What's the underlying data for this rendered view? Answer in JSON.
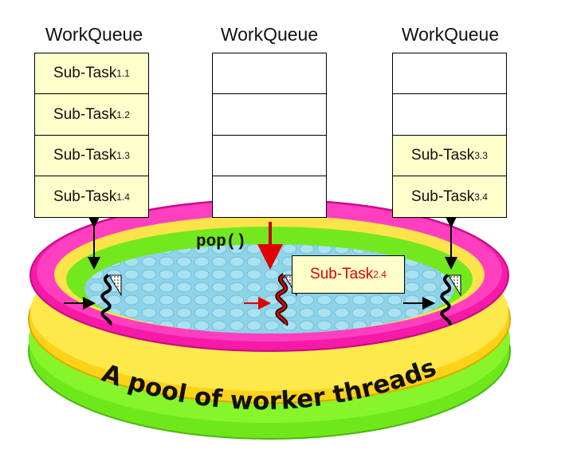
{
  "queues": [
    {
      "title": "WorkQueue",
      "cells": [
        {
          "text": "Sub-Task",
          "sub": "1.1"
        },
        {
          "text": "Sub-Task",
          "sub": "1.2"
        },
        {
          "text": "Sub-Task",
          "sub": "1.3"
        },
        {
          "text": "Sub-Task",
          "sub": "1.4"
        }
      ]
    },
    {
      "title": "WorkQueue",
      "cells": [
        {
          "text": "",
          "sub": ""
        },
        {
          "text": "",
          "sub": ""
        },
        {
          "text": "",
          "sub": ""
        },
        {
          "text": "",
          "sub": ""
        }
      ]
    },
    {
      "title": "WorkQueue",
      "cells": [
        {
          "text": "",
          "sub": ""
        },
        {
          "text": "",
          "sub": ""
        },
        {
          "text": "Sub-Task",
          "sub": "3.3"
        },
        {
          "text": "Sub-Task",
          "sub": "3.4"
        }
      ]
    }
  ],
  "pop_label": "pop()",
  "popped_task": {
    "text": "Sub-Task",
    "sub": "2.4"
  },
  "pool_label": "A pool of worker threads",
  "colors": {
    "task_fill": "#ffffcc",
    "pool_pink": "#ff1fb4",
    "pool_yellow": "#ffe81a",
    "pool_green": "#7cf21c",
    "water": "#8fd3e8",
    "active_thread": "#e00000",
    "pop_arrow": "#c00000"
  },
  "icons": [
    "worker-thread-icon",
    "double-arrow-icon",
    "pop-arrow-icon",
    "input-arrow-icon"
  ]
}
